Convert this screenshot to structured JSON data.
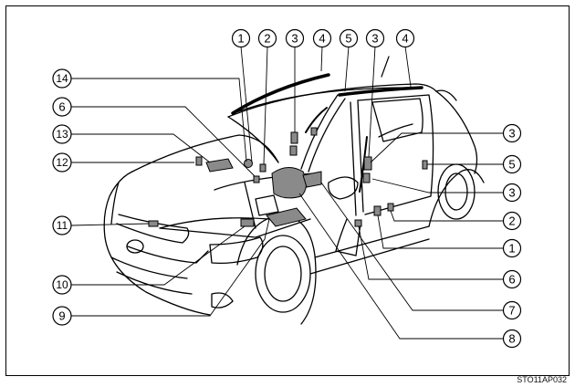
{
  "figure_code": "STO11AP032",
  "callouts": [
    {
      "id": "c1a",
      "label": "1"
    },
    {
      "id": "c2a",
      "label": "2"
    },
    {
      "id": "c3a",
      "label": "3"
    },
    {
      "id": "c4a",
      "label": "4"
    },
    {
      "id": "c5a",
      "label": "5"
    },
    {
      "id": "c3b",
      "label": "3"
    },
    {
      "id": "c4b",
      "label": "4"
    },
    {
      "id": "c14",
      "label": "14"
    },
    {
      "id": "c6a",
      "label": "6"
    },
    {
      "id": "c13",
      "label": "13"
    },
    {
      "id": "c12",
      "label": "12"
    },
    {
      "id": "c11",
      "label": "11"
    },
    {
      "id": "c10",
      "label": "10"
    },
    {
      "id": "c9",
      "label": "9"
    },
    {
      "id": "c3c",
      "label": "3"
    },
    {
      "id": "c5b",
      "label": "5"
    },
    {
      "id": "c3d",
      "label": "3"
    },
    {
      "id": "c2b",
      "label": "2"
    },
    {
      "id": "c1b",
      "label": "1"
    },
    {
      "id": "c6b",
      "label": "6"
    },
    {
      "id": "c7",
      "label": "7"
    },
    {
      "id": "c8",
      "label": "8"
    }
  ]
}
